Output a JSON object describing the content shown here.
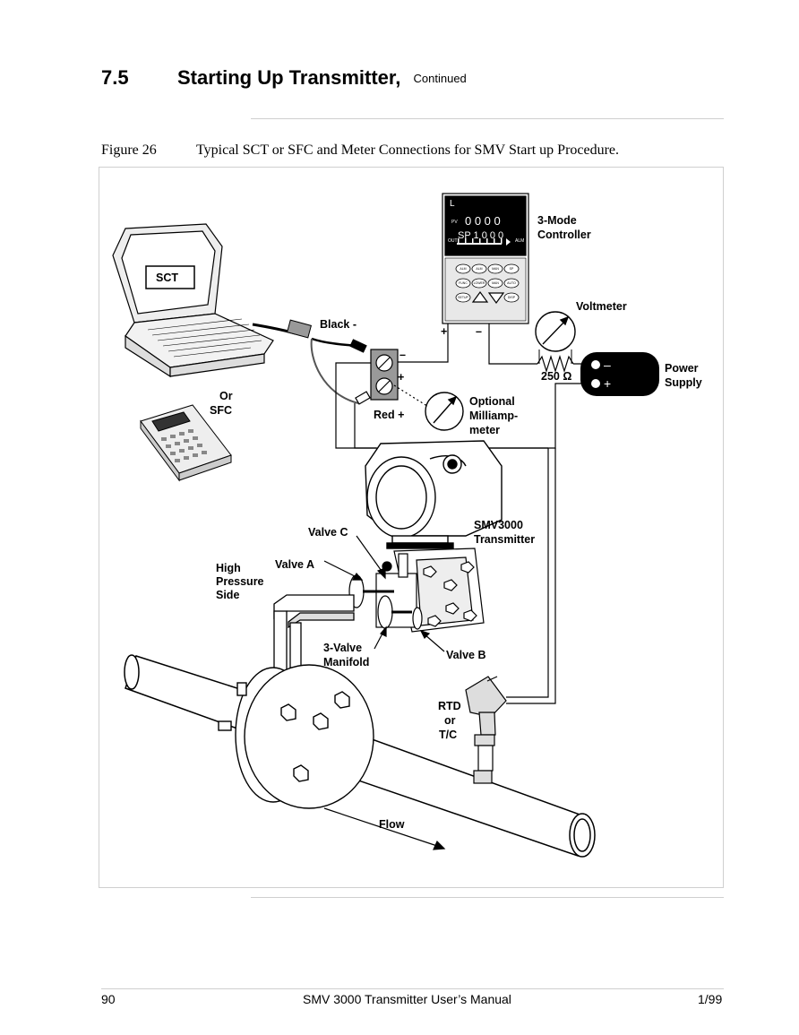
{
  "header": {
    "section_number": "7.5",
    "section_title": "Starting Up Transmitter,",
    "continued": "Continued"
  },
  "figure": {
    "number": "Figure 26",
    "caption": "Typical SCT or SFC and Meter Connections for SMV Start up Procedure.",
    "labels": {
      "sct": "SCT",
      "or_sfc_1": "Or",
      "or_sfc_2": "SFC",
      "black": "Black -",
      "red": "Red +",
      "terminal_minus": "–",
      "terminal_plus": "+",
      "controller_1": "3-Mode",
      "controller_2": "Controller",
      "ctrl_pv": "PV",
      "ctrl_pv_value": "0 0 0 0",
      "ctrl_sp_value": "SP 1 0 0 0",
      "ctrl_out": "OUT",
      "ctrl_alm": "ALM",
      "ctrl_L": "L",
      "ctrl_plus": "+",
      "ctrl_minus": "–",
      "voltmeter": "Voltmeter",
      "resistor": "250 Ω",
      "power_1": "Power",
      "power_2": "Supply",
      "ps_minus": "–",
      "ps_plus": "+",
      "mam_1": "Optional",
      "mam_2": "Milliamp-",
      "mam_3": "meter",
      "smv_1": "SMV3000",
      "smv_2": "Transmitter",
      "valve_c": "Valve C",
      "valve_a": "Valve A",
      "valve_b": "Valve B",
      "hp_1": "High",
      "hp_2": "Pressure",
      "hp_3": "Side",
      "manifold_1": "3-Valve",
      "manifold_2": "Manifold",
      "rtd_1": "RTD",
      "rtd_2": "or",
      "rtd_3": "T/C",
      "flow": "Flow"
    },
    "controller_keys": [
      "ALM",
      "ALM",
      "MAN",
      "SP",
      "FUNC",
      "LOWER",
      "MAN",
      "AUTO",
      "SETUP",
      "",
      "",
      "DISP"
    ]
  },
  "footer": {
    "page": "90",
    "manual": "SMV 3000 Transmitter User’s Manual",
    "date": "1/99"
  }
}
